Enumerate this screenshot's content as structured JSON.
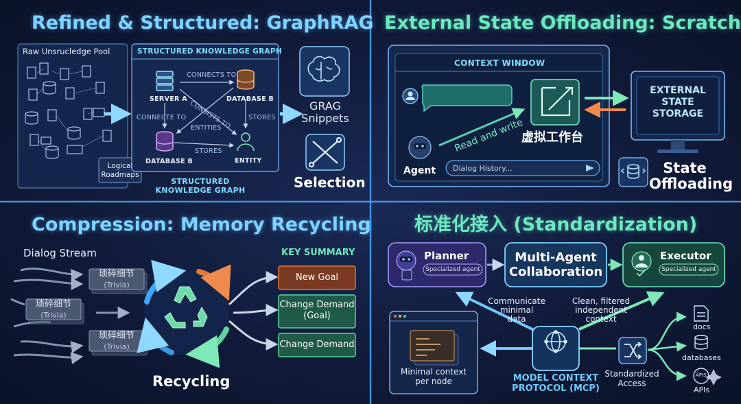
{
  "graphrag": {
    "title": "Refined & Structured: GraphRAG",
    "pool_label": "Raw Unsrucledge Pool",
    "logical_roadmaps": "Logical\nRoadmaps",
    "graph_header": "STRUCTURED KNOWLEDGE GRAPH",
    "graph_caption": "STRUCTURED\nKNOWLEDGE GRAPH",
    "nodes": {
      "server_a": "SERVER A",
      "database_b_top": "DATABASE B",
      "database_b_bottom": "DATABASE B",
      "entity": "ENTITY"
    },
    "edges": {
      "connects_to": "CONNECTS TO",
      "connected_to": "CONNECTE TO",
      "consists_of": "CONSISTS TO",
      "entities": "ENTITIES",
      "stores_right": "STORES",
      "stores_bottom": "STORES"
    },
    "grag_snippets": "GRAG\nSnippets",
    "selection": "Selection"
  },
  "scratchpad": {
    "title": "External State Offloading: Scratchpad",
    "context_window": "CONTEXT WINDOW",
    "read_write": "Read and write",
    "workspace_cn": "虚拟工作台",
    "agent": "Agent",
    "dialog_placeholder": "Dialog History...",
    "external_storage": "EXTERNAL\nSTATE\nSTORAGE",
    "state_offloading": "State\nOffloading"
  },
  "compression": {
    "title": "Compression: Memory Recycling",
    "dialog_stream": "Dialog Stream",
    "trivia_cn": "琐碎细节",
    "trivia_en": "(Trivia)",
    "key_summary": "KEY SUMMARY",
    "items": [
      "New Goal",
      "Change Demand\n(Goal)",
      "Change Demand"
    ],
    "recycling": "Recycling"
  },
  "standardization": {
    "title": "标准化接入 (Standardization)",
    "planner": "Planner",
    "executor": "Executor",
    "specialized": "Specialized agent",
    "collab": "Multi-Agent\nCollaboration",
    "communicate": "Communicate\nminimal\ndata",
    "clean": "Clean, filtered\nindependent\ncontext",
    "minimal_context": "Minimal context\nper node",
    "mcp": "MODEL CONTEXT\nPROTOCOL (MCP)",
    "standardized_access": "Standardized\nAccess",
    "resources": [
      "docs",
      "databases",
      "APIs"
    ],
    "apis_badge": "APIS"
  },
  "colors": {
    "blue_glow": "#7fd3ff",
    "green_glow": "#6ee7c0",
    "orange_accent": "#e07a3a",
    "summary_green": "#2f8a6a"
  }
}
